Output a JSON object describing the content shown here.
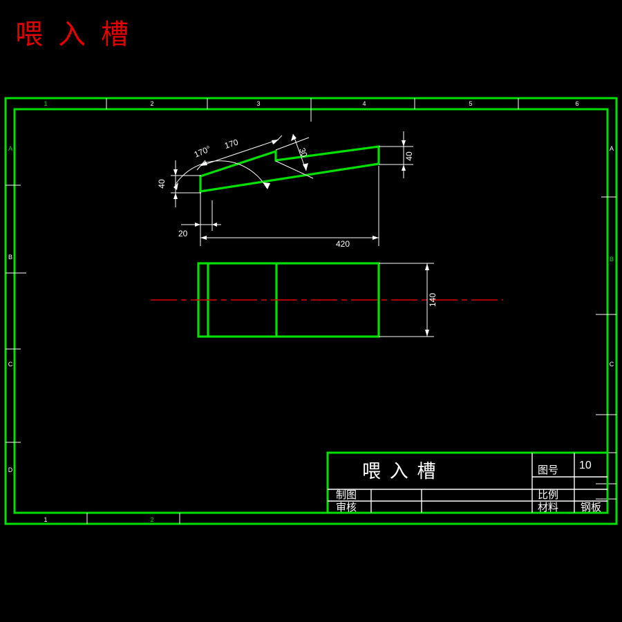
{
  "header": {
    "title": "喂 入 槽",
    "title_color": "#e00000"
  },
  "canvas": {
    "background": "#000000",
    "geometry_color": "#00e000",
    "annotation_color": "#ffffff",
    "centerline_color": "#dd0000"
  },
  "border": {
    "zones_top": [
      "1",
      "2",
      "3",
      "4",
      "5",
      "6"
    ],
    "zones_bottom": [
      "1",
      "2"
    ],
    "zones_left": [
      "A",
      "B",
      "C",
      "D"
    ],
    "zones_right": [
      "A",
      "B",
      "C"
    ],
    "zone_top_1": "1",
    "zone_top_2": "2",
    "zone_top_3": "3",
    "zone_top_4": "4",
    "zone_top_5": "5",
    "zone_top_6": "6",
    "zone_bottom_1": "1",
    "zone_bottom_2": "2",
    "zone_left_a": "A",
    "zone_left_b": "B",
    "zone_left_c": "C",
    "zone_left_d": "D",
    "zone_right_a": "A",
    "zone_right_b": "B",
    "zone_right_c": "C"
  },
  "views": {
    "side_view": {
      "name": "side-elevation-view",
      "dimensions": {
        "angle": "170°",
        "length_upper": "170",
        "step_height": "30",
        "height_left": "40",
        "height_right": "40",
        "offset_left": "20",
        "overall_length": "420"
      }
    },
    "plan_view": {
      "name": "plan-view",
      "dimensions": {
        "width": "140"
      }
    }
  },
  "title_block": {
    "part_name": "喂 入 槽",
    "drawing_no_label": "图号",
    "drawing_no_value": "10",
    "scale_label": "比例",
    "scale_value": "",
    "material_label": "材料",
    "material_value": "钢板",
    "drawn_label": "制图",
    "drawn_value": "",
    "checked_label": "审核",
    "checked_value": "",
    "blank_label": "",
    "blank_value": ""
  }
}
